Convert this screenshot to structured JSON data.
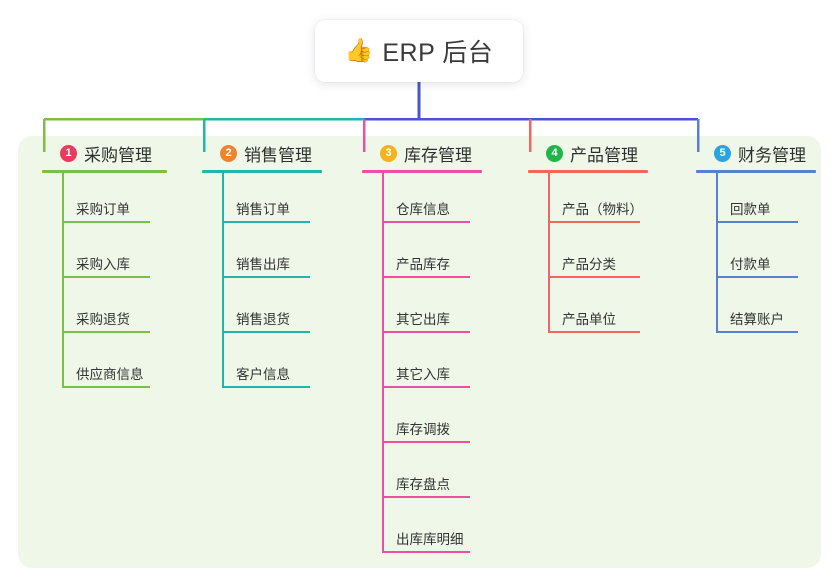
{
  "root": {
    "icon": "thumbs-up-icon",
    "emoji": "👍",
    "title": "ERP 后台"
  },
  "colors": {
    "panel_background": "#eff7e9",
    "page_background": "#ffffff",
    "root_trunk": "#4a55c8",
    "bus_line": "#4a55c8"
  },
  "branches": [
    {
      "number": "1",
      "title": "采购管理",
      "badge_color": "#ea3b5e",
      "line_color": "#7dbd4c",
      "items": [
        "采购订单",
        "采购入库",
        "采购退货",
        "供应商信息"
      ]
    },
    {
      "number": "2",
      "title": "销售管理",
      "badge_color": "#f0832f",
      "line_color": "#23b5a8",
      "items": [
        "销售订单",
        "销售出库",
        "销售退货",
        "客户信息"
      ]
    },
    {
      "number": "3",
      "title": "库存管理",
      "badge_color": "#f5b21e",
      "line_color": "#ed50a0",
      "items": [
        "仓库信息",
        "产品库存",
        "其它出库",
        "其它入库",
        "库存调拨",
        "库存盘点",
        "出库库明细"
      ]
    },
    {
      "number": "4",
      "title": "产品管理",
      "badge_color": "#23b44c",
      "line_color": "#f4655f",
      "items": [
        "产品（物料）",
        "产品分类",
        "产品单位"
      ]
    },
    {
      "number": "5",
      "title": "财务管理",
      "badge_color": "#28a5e0",
      "line_color": "#5b7fd4",
      "items": [
        "回款单",
        "付款单",
        "结算账户"
      ]
    }
  ]
}
